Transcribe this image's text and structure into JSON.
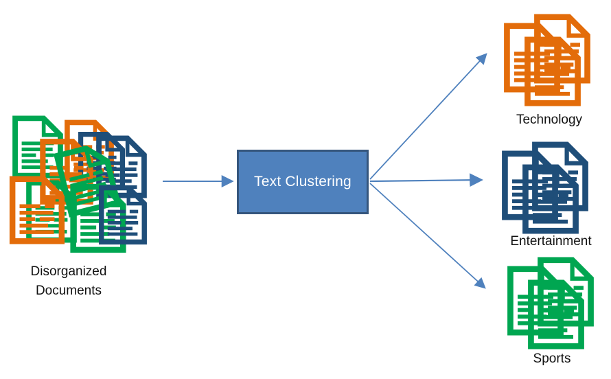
{
  "diagram": {
    "source": {
      "label": "Disorganized Documents"
    },
    "process": {
      "label": "Text Clustering"
    },
    "clusters": [
      {
        "id": "technology",
        "label": "Technology",
        "color": "#E36C0A"
      },
      {
        "id": "entertainment",
        "label": "Entertainment",
        "color": "#1F4E79"
      },
      {
        "id": "sports",
        "label": "Sports",
        "color": "#00A651"
      }
    ]
  },
  "colors": {
    "doc_orange": "#E36C0A",
    "doc_blue": "#1F4E79",
    "doc_green": "#00A651",
    "arrow": "#4F81BD",
    "box_fill": "#4F81BD",
    "box_border": "#35567D",
    "box_text": "#FFFFFF",
    "label_text": "#111111"
  }
}
